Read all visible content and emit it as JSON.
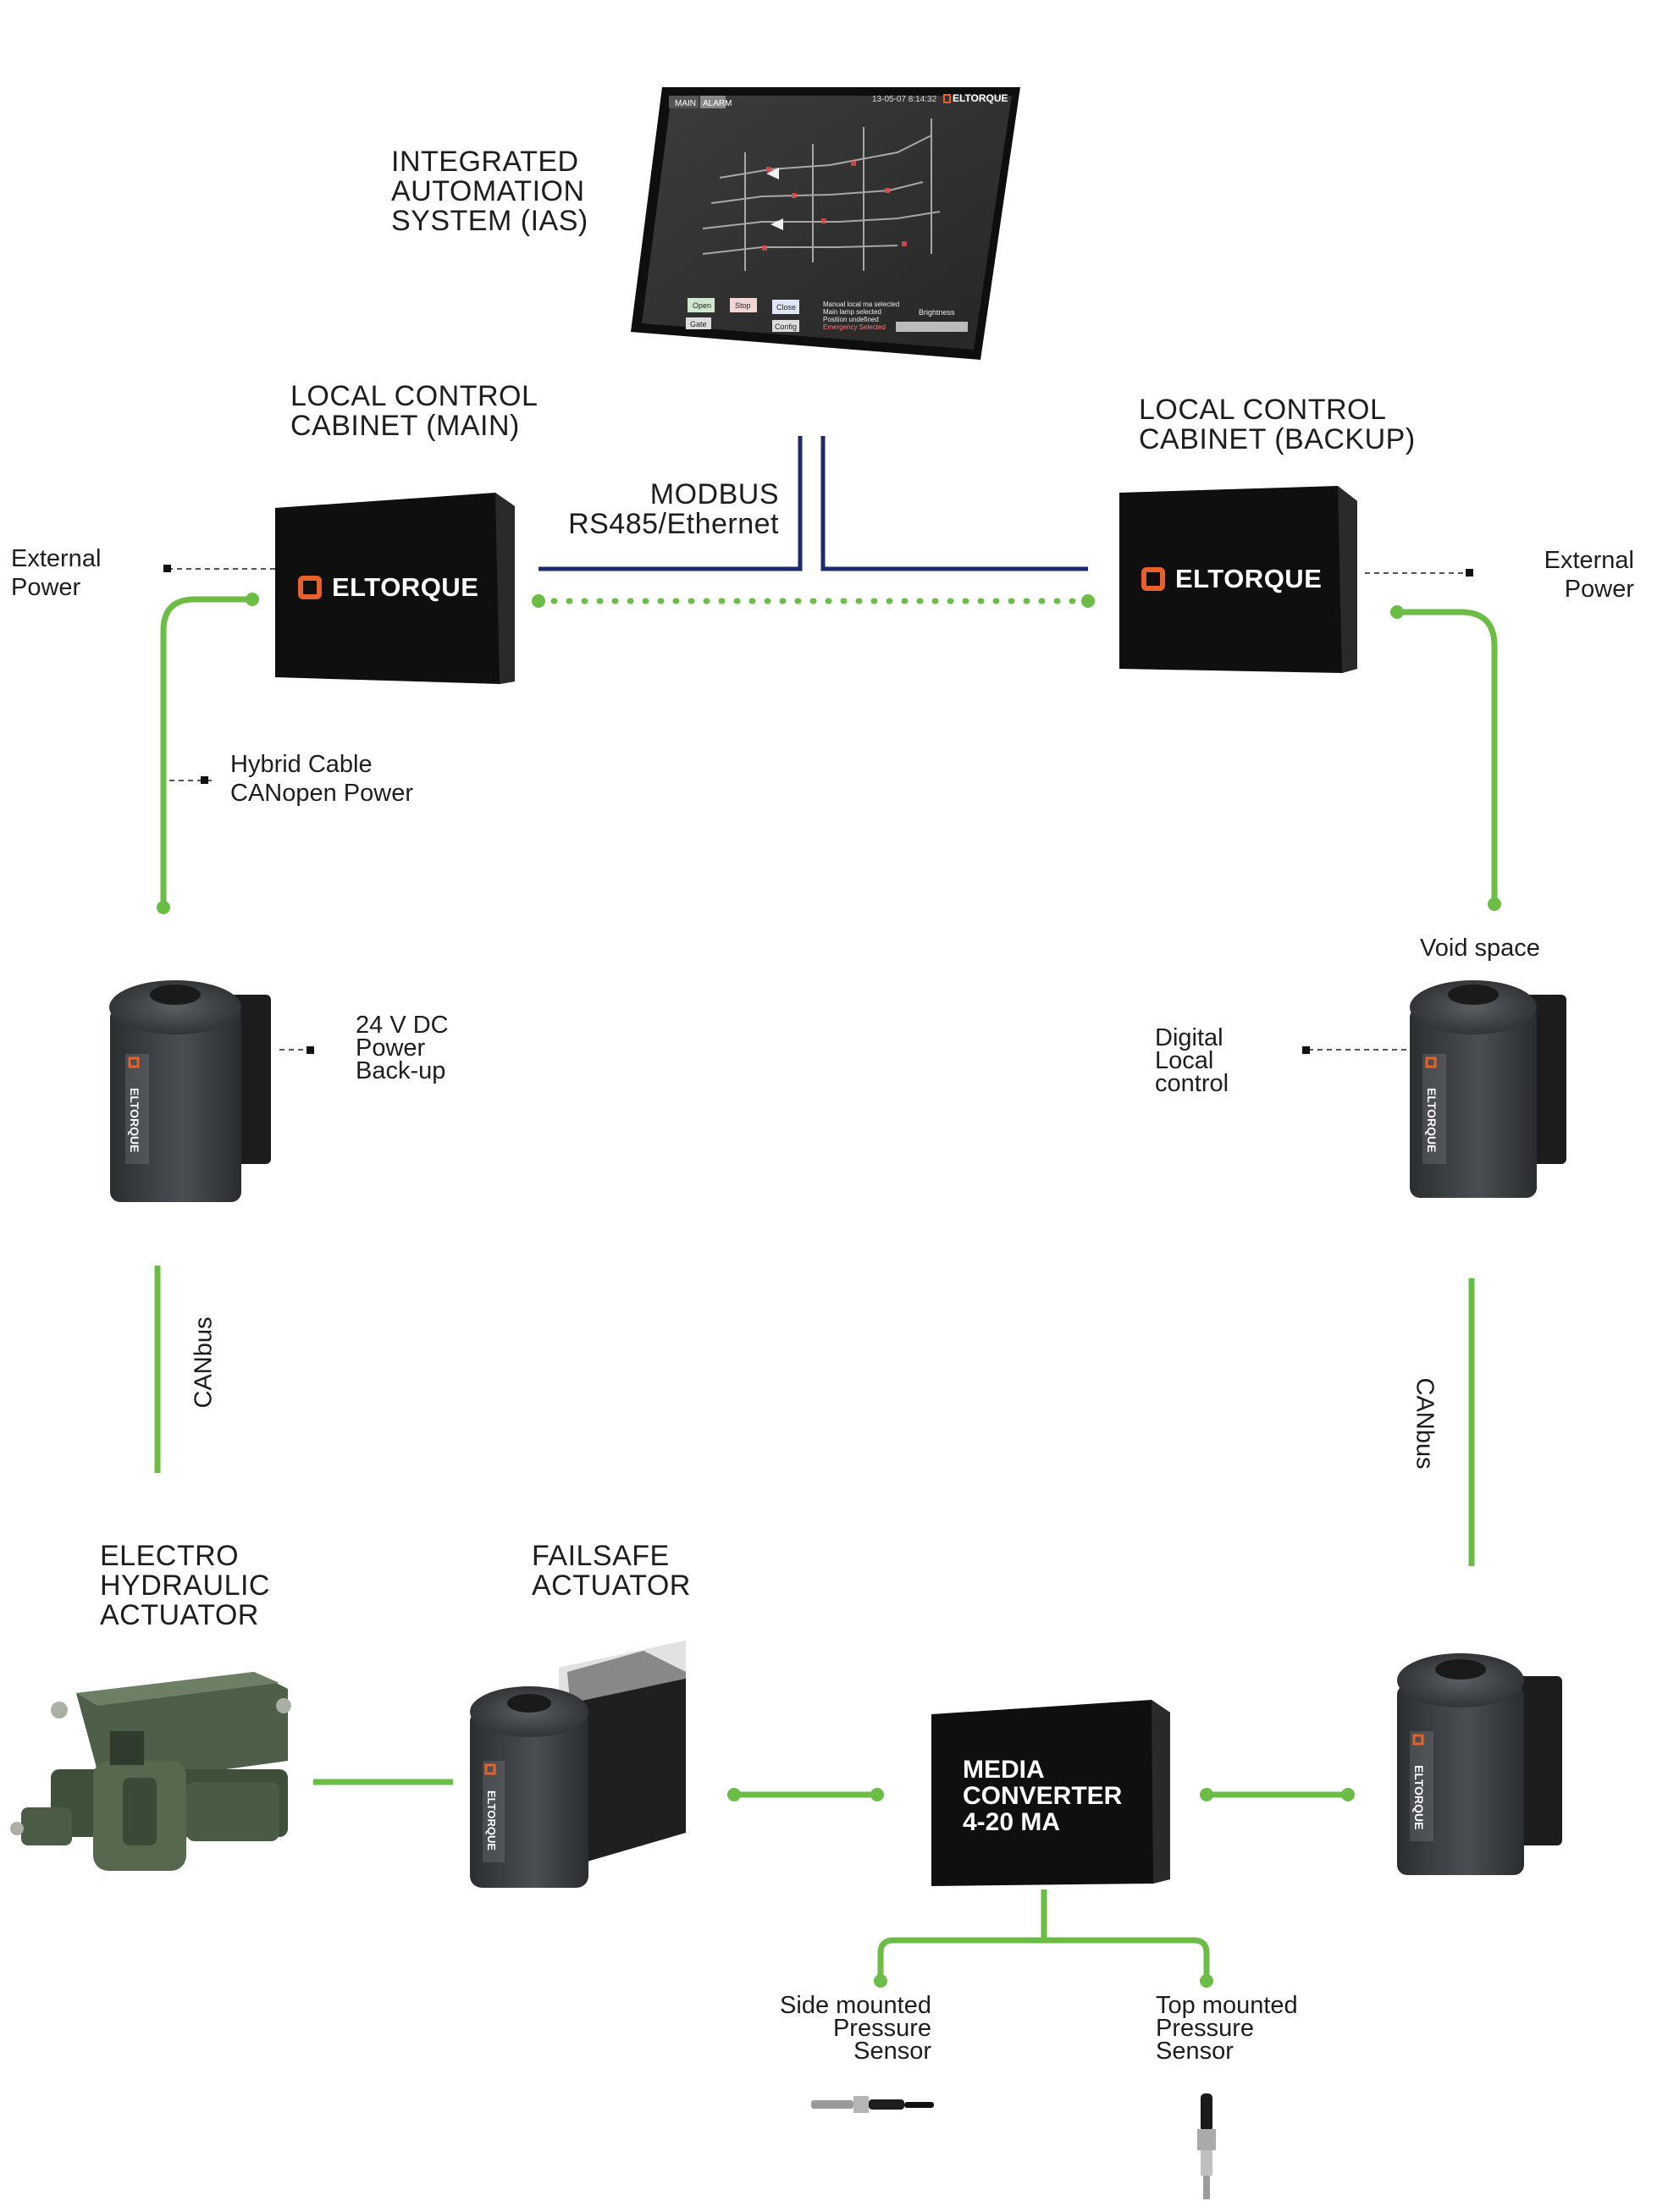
{
  "labels": {
    "ias": "INTEGRATED\nAUTOMATION\nSYSTEM (IAS)",
    "lcc_main": "LOCAL CONTROL\nCABINET (MAIN)",
    "lcc_backup": "LOCAL CONTROL\nCABINET (BACKUP)",
    "modbus": "MODBUS\nRS485/Ethernet",
    "ext_power_left": "External\nPower",
    "ext_power_right": "External\nPower",
    "hybrid_cable": "Hybrid Cable\nCANopen Power",
    "void_space": "Void space",
    "dc_backup": "24 V DC\nPower\nBack-up",
    "digital_local": "Digital\nLocal\ncontrol",
    "canbus_left": "CANbus",
    "canbus_right": "CANbus",
    "eh_actuator": "ELECTRO\nHYDRAULIC\nACTUATOR",
    "failsafe": "FAILSAFE\nACTUATOR",
    "media_converter": "MEDIA\nCONVERTER\n4-20 MA",
    "side_sensor": "Side mounted\nPressure\nSensor",
    "top_sensor": "Top mounted\nPressure\nSensor"
  },
  "brand": {
    "name": "ELTORQUE"
  },
  "screen": {
    "tab1": "MAIN",
    "tab2": "ALARM",
    "datetime": "13-05-07  8:14:32",
    "brightness": "Brightness",
    "open": "Open",
    "stop": "Stop",
    "close": "Close",
    "gate": "Gate",
    "config": "Config",
    "legend": [
      "Manual local ma selected",
      "Main lamp selected",
      "Position undefined",
      "Emergency Selected"
    ]
  },
  "colors": {
    "cable_green": "#6cbd45",
    "modbus_navy": "#1f2a6b",
    "brand_orange": "#e8602a",
    "box_black": "#141414"
  }
}
